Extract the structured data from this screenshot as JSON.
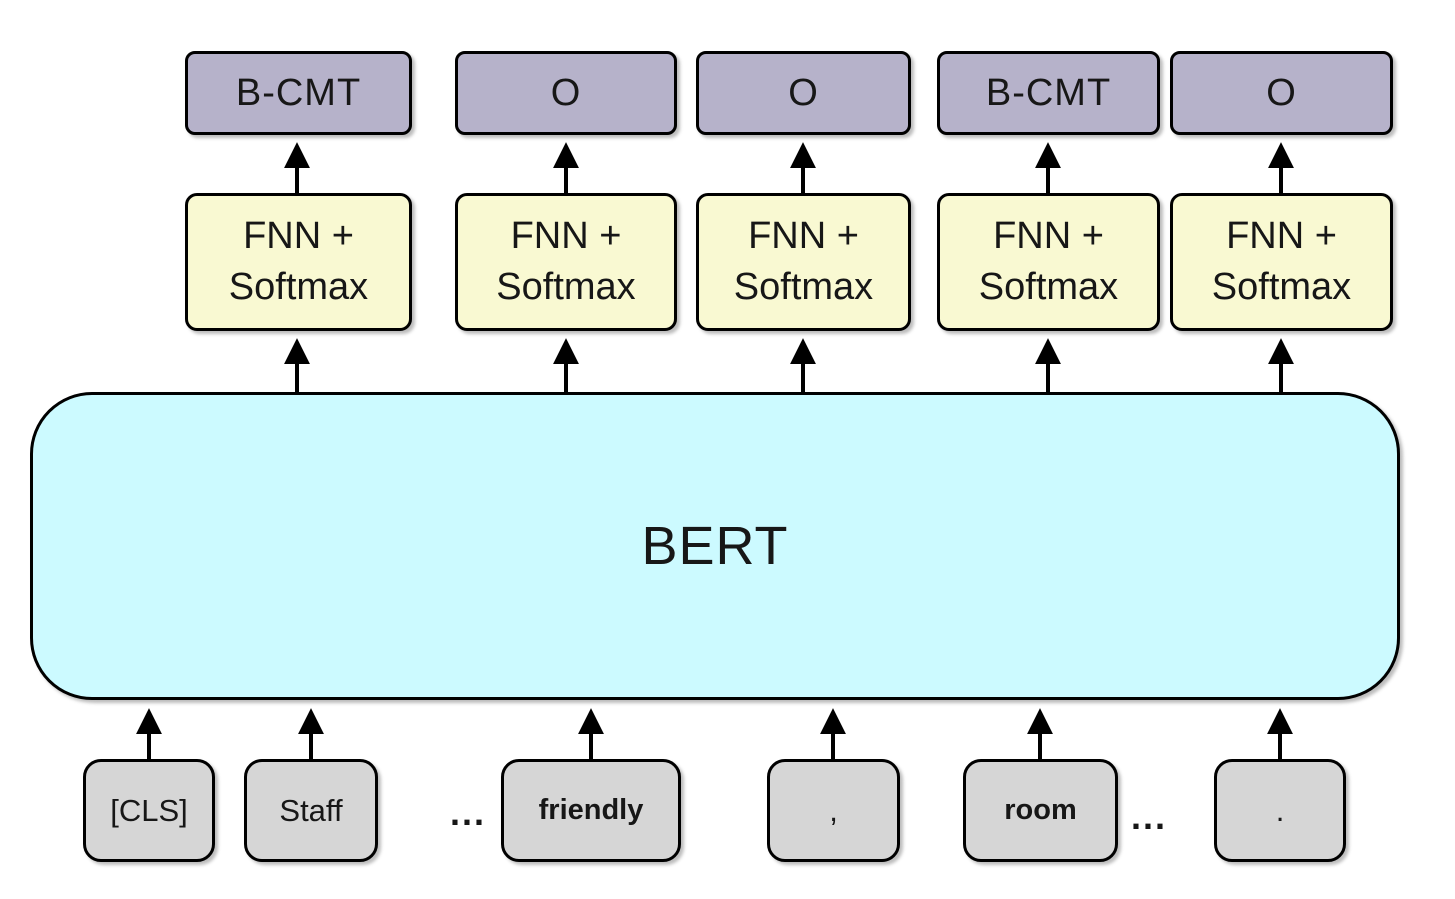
{
  "diagram": {
    "colors": {
      "background": "#ffffff",
      "label_box": "#b6b2ca",
      "fnn_box": "#f9f9d2",
      "bert_box": "#ccfaff",
      "token_box": "#d6d6d6",
      "border": "#000000",
      "arrow": "#000000"
    },
    "output_labels": [
      "B-CMT",
      "O",
      "O",
      "B-CMT",
      "O"
    ],
    "fnn": {
      "line1": "FNN +",
      "line2": "Softmax"
    },
    "bert_label": "BERT",
    "tokens": [
      "[CLS]",
      "Staff",
      "...",
      "friendly",
      ",",
      "room",
      "...",
      "."
    ]
  }
}
